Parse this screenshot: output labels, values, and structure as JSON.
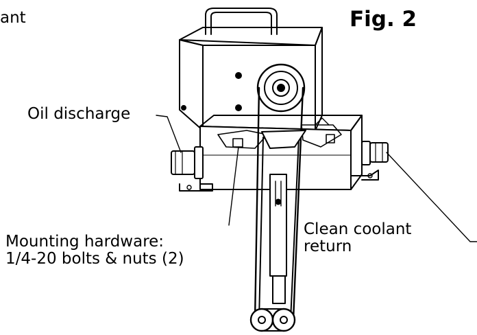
{
  "figure": {
    "label": "Fig. 2"
  },
  "labels": {
    "top_left_partial": "ant",
    "oil_discharge": "Oil discharge",
    "mounting_hardware_line1": "Mounting hardware:",
    "mounting_hardware_line2": "1/4-20  bolts & nuts (2)",
    "clean_coolant_line1": "Clean coolant",
    "clean_coolant_line2": "return"
  }
}
